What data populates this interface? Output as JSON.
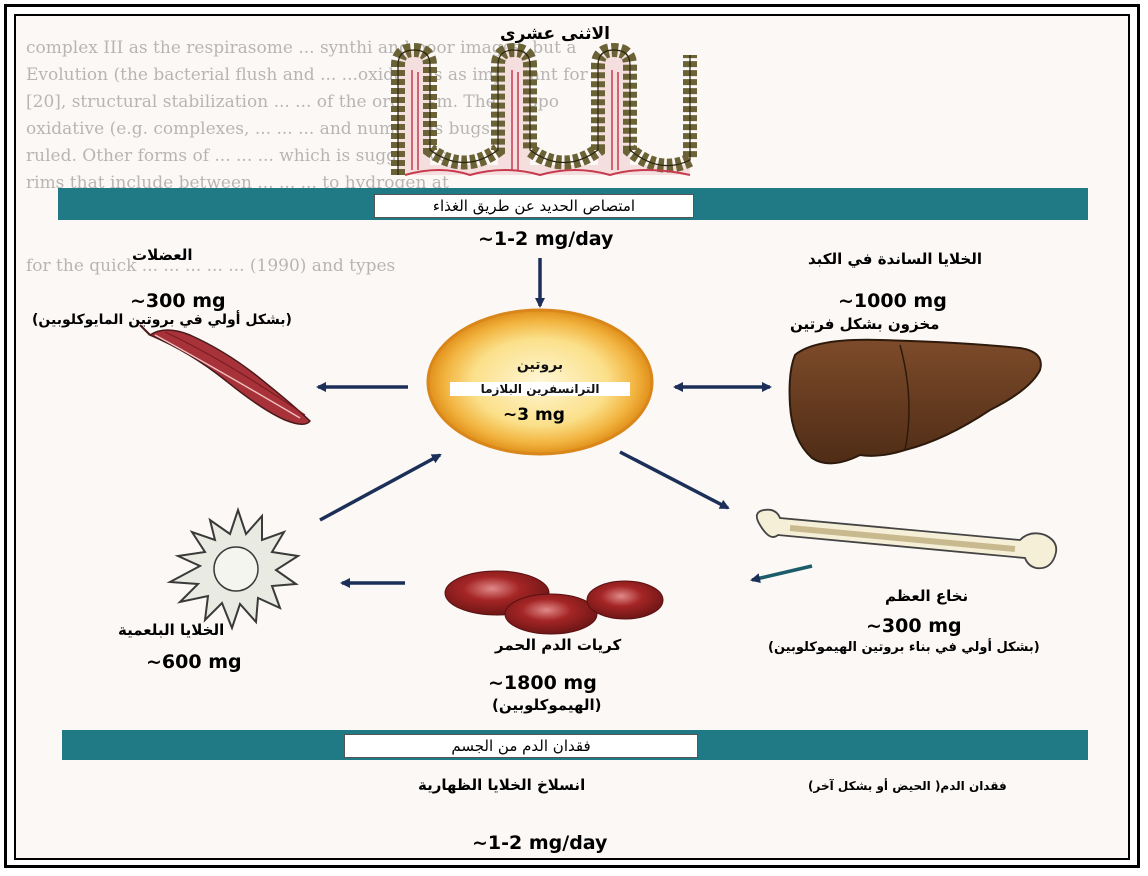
{
  "top": {
    "intestine_label": "الاثنى عشرى"
  },
  "absorption_bar": {
    "label": "امتصاص الحديد عن طريق الغذاء"
  },
  "intake": {
    "amount": "~1-2 mg/day"
  },
  "muscle": {
    "label": "العضلات",
    "amount": "~300 mg",
    "note": "(بشكل أولي في بروتين المايوكلوبين)"
  },
  "liver": {
    "label": "الخلايا الساندة في الكبد",
    "amount": "~1000 mg",
    "note": "مخزون بشكل فرتين"
  },
  "center": {
    "line1": "بروتين",
    "line2": "الترانسفرين البلازما",
    "amount": "~3 mg"
  },
  "macrophage": {
    "label": "الخلايا البلعمية",
    "amount": "~600 mg"
  },
  "rbc": {
    "label": "كريات الدم الحمر",
    "amount": "~1800 mg",
    "note": "(الهيموكلوبين)"
  },
  "marrow": {
    "label": "نخاع العظم",
    "amount": "~300 mg",
    "note": "(بشكل أولي في بناء بروتين الهيموكلوبين)"
  },
  "loss_bar": {
    "label": "فقدان الدم من الجسم"
  },
  "loss": {
    "left_label": "انسلاخ الخلايا الظهارية",
    "right_label": "فقدان الدم( الحيض أو بشكل آخر)",
    "amount": "~1-2 mg/day"
  },
  "colors": {
    "teal_bar": "#1f7a85",
    "arrow": "#1c2f58",
    "ring_orange": "#e8a021",
    "ring_yellow": "#fbe08a",
    "rbc_red": "#b42a2a",
    "liver_brown": "#6b3f24"
  },
  "background_text": [
    "complex III as the respirasome   ...   synthi and poor images, but a",
    "Evolution (the bacterial flush and ...   ...oxidase is as important for",
    "[20], structural stabilization ...   ...   of the organism. The stoppo",
    "oxidative (e.g. complexes, ...   ...   ...  and numerous bugs to",
    "ruled. Other forms of ...   ...   ...  which is suggestive",
    "rims that include between ...   ...   ...  to hydrogen at",
    "for the quick ...   ...  ...  ...  ...  (1990)  and types"
  ]
}
